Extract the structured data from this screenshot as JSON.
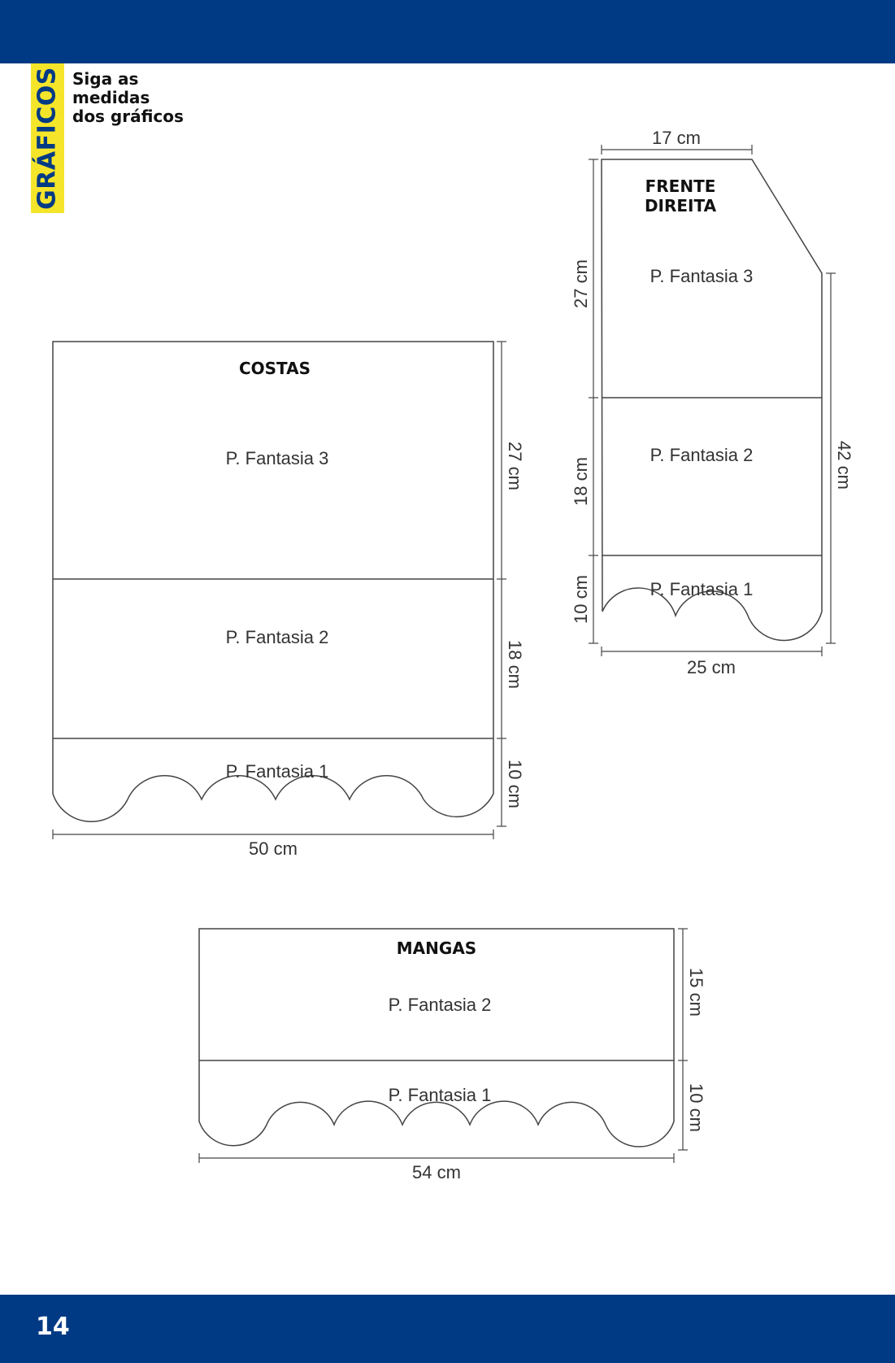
{
  "header": {
    "bar_color": "#003a84"
  },
  "side_tab": {
    "label": "GRÁFICOS",
    "color": "#f5e52a"
  },
  "intro": {
    "lines": [
      "Siga as",
      "medidas",
      "dos gráficos"
    ]
  },
  "pieces": {
    "frente": {
      "title_lines": [
        "FRENTE",
        "DIREITA"
      ],
      "sections": [
        "P. Fantasia 3",
        "P. Fantasia 2",
        "P. Fantasia 1"
      ],
      "dims": {
        "top": "17 cm",
        "bottom": "25 cm",
        "left_top": "27 cm",
        "left_mid": "18 cm",
        "left_bot": "10 cm",
        "right": "42 cm"
      }
    },
    "costas": {
      "title": "COSTAS",
      "sections": [
        "P. Fantasia 3",
        "P. Fantasia 2",
        "P. Fantasia 1"
      ],
      "dims": {
        "bottom": "50 cm",
        "right_top": "27 cm",
        "right_mid": "18 cm",
        "right_bot": "10 cm"
      }
    },
    "mangas": {
      "title": "MANGAS",
      "sections": [
        "P. Fantasia 2",
        "P. Fantasia 1"
      ],
      "dims": {
        "bottom": "54 cm",
        "right_top": "15 cm",
        "right_bot": "10 cm"
      }
    }
  },
  "footer": {
    "page_number": "14",
    "bar_color": "#003a84"
  }
}
